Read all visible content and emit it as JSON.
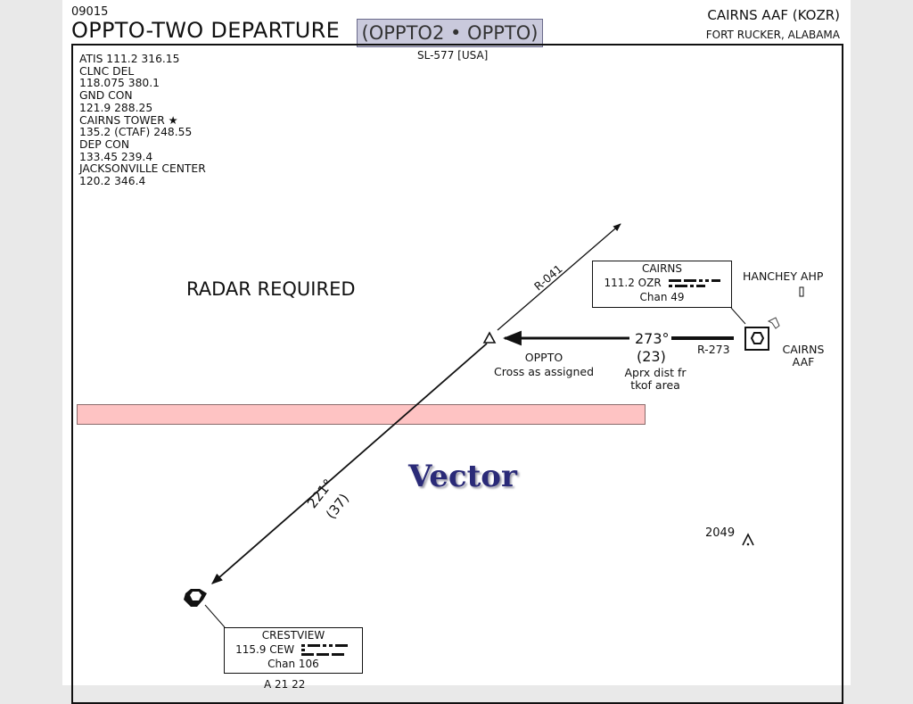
{
  "header": {
    "chart_number": "09015",
    "title": "OPPTO-TWO DEPARTURE",
    "procedure_code": "(OPPTO2 • OPPTO)",
    "airport": "CAIRNS AAF   (KOZR)",
    "location": "FORT RUCKER, ALABAMA",
    "sl_number": "SL-577 [USA]"
  },
  "frequencies": [
    "ATIS  111.2  316.15",
    "CLNC DEL",
    "118.075  380.1",
    "GND CON",
    "121.9  288.25",
    "CAIRNS TOWER ★",
    "135.2 (CTAF) 248.55",
    "DEP CON",
    "133.45  239.4",
    "JACKSONVILLE CENTER",
    "120.2  346.4"
  ],
  "notes": {
    "radar": "RADAR REQUIRED",
    "vector": "Vector"
  },
  "cairns_navaid": {
    "name": "CAIRNS",
    "freq_ident": "111.2  OZR",
    "channel": "Chan 49"
  },
  "crestview_navaid": {
    "name": "CRESTVIEW",
    "freq_ident": "115.9  CEW",
    "channel": "Chan 106"
  },
  "route": {
    "radial_041": "R-041",
    "heading_273": "273°",
    "dist_23": "(23)",
    "radial_273": "R-273",
    "aprx_line1": "Aprx dist fr",
    "aprx_line2": "tkof area",
    "heading_221": "221°",
    "dist_37": "(37)"
  },
  "fix_oppto": {
    "name": "OPPTO",
    "instruction": "Cross as assigned"
  },
  "hanchey": "HANCHEY AHP",
  "cairns_airport": {
    "line1": "CAIRNS",
    "line2": "AAF"
  },
  "obstacle_elev": "2049",
  "bottom_partial": "A 21 22"
}
